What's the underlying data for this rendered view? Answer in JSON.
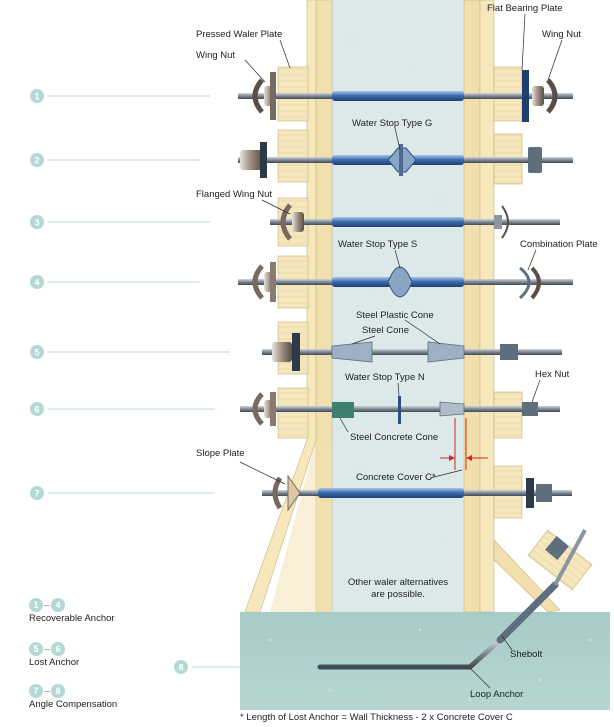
{
  "rows": [
    {
      "number": "1"
    },
    {
      "number": "2"
    },
    {
      "number": "3"
    },
    {
      "number": "4"
    },
    {
      "number": "5"
    },
    {
      "number": "6"
    },
    {
      "number": "7"
    },
    {
      "number": "8"
    }
  ],
  "labels": {
    "pressed_waler_plate": "Pressed Waler Plate",
    "wing_nut_left": "Wing Nut",
    "flat_bearing_plate": "Flat Bearing Plate",
    "wing_nut_right": "Wing Nut",
    "water_stop_g": "Water Stop Type G",
    "flanged_wing_nut": "Flanged Wing Nut",
    "water_stop_s": "Water Stop Type S",
    "combination_plate": "Combination Plate",
    "steel_plastic_cone": "Steel Plastic Cone",
    "steel_cone": "Steel Cone",
    "water_stop_n": "Water Stop Type N",
    "hex_nut": "Hex Nut",
    "steel_concrete_cone": "Steel Concrete Cone",
    "slope_plate": "Slope Plate",
    "concrete_cover": "Concrete Cover C*",
    "other_waler_line1": "Other waler alternatives",
    "other_waler_line2": "are possible.",
    "shebolt": "Shebolt",
    "loop_anchor": "Loop Anchor"
  },
  "legend": [
    {
      "from": "1",
      "to": "4",
      "text": "Recoverable Anchor"
    },
    {
      "from": "5",
      "to": "6",
      "text": "Lost Anchor"
    },
    {
      "from": "7",
      "to": "8",
      "text": "Angle Compensation"
    }
  ],
  "footnote": "* Length of Lost Anchor = Wall Thickness - 2 x Concrete Cover C",
  "colors": {
    "badge": "#b3d8d6",
    "wall": "#d9e8e7",
    "timber": "#f3e4b8",
    "bar_blue": "#3e6fb0",
    "steel": "#5e6e7d",
    "ground": "#9ec4c0",
    "dimension_red": "#d3262a"
  }
}
